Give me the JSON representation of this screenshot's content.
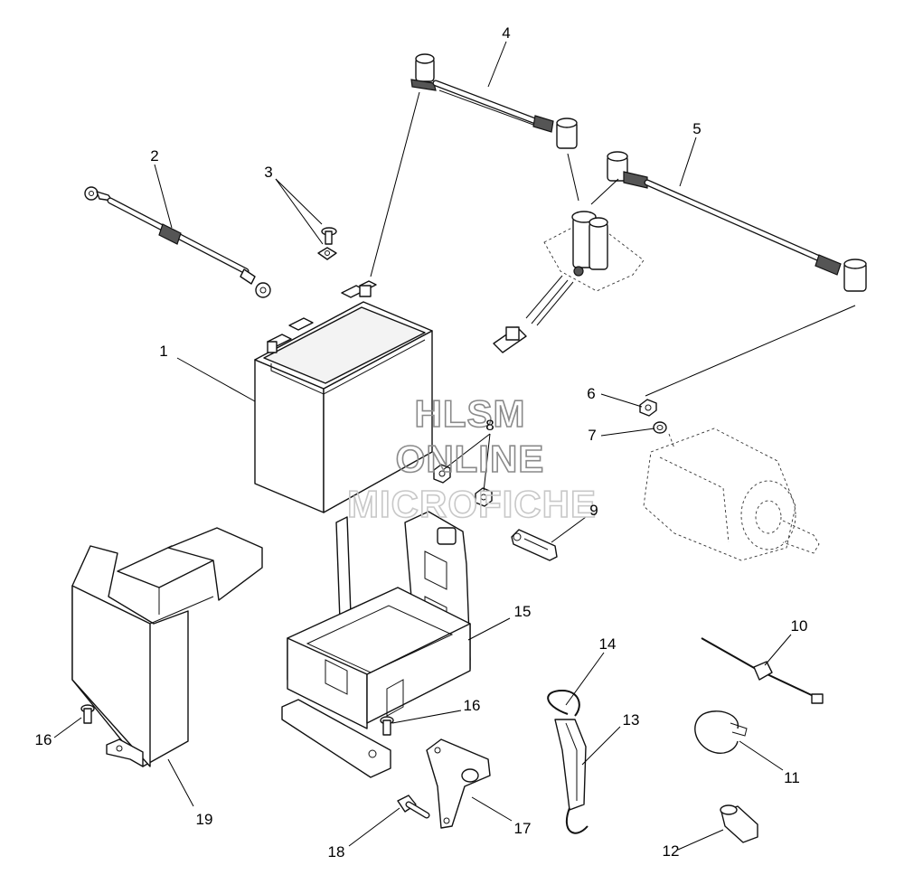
{
  "watermark": {
    "line1": "HLSM",
    "line2": "ONLINE",
    "line3": "MICROFICHE"
  },
  "callouts": [
    {
      "id": "1",
      "label": "1"
    },
    {
      "id": "2",
      "label": "2"
    },
    {
      "id": "3",
      "label": "3"
    },
    {
      "id": "4",
      "label": "4"
    },
    {
      "id": "5",
      "label": "5"
    },
    {
      "id": "6",
      "label": "6"
    },
    {
      "id": "7",
      "label": "7"
    },
    {
      "id": "8",
      "label": "8"
    },
    {
      "id": "9",
      "label": "9"
    },
    {
      "id": "10",
      "label": "10"
    },
    {
      "id": "11",
      "label": "11"
    },
    {
      "id": "12",
      "label": "12"
    },
    {
      "id": "13",
      "label": "13"
    },
    {
      "id": "14",
      "label": "14"
    },
    {
      "id": "15",
      "label": "15"
    },
    {
      "id": "16a",
      "label": "16"
    },
    {
      "id": "16b",
      "label": "16"
    },
    {
      "id": "17",
      "label": "17"
    },
    {
      "id": "18",
      "label": "18"
    },
    {
      "id": "19",
      "label": "19"
    }
  ]
}
